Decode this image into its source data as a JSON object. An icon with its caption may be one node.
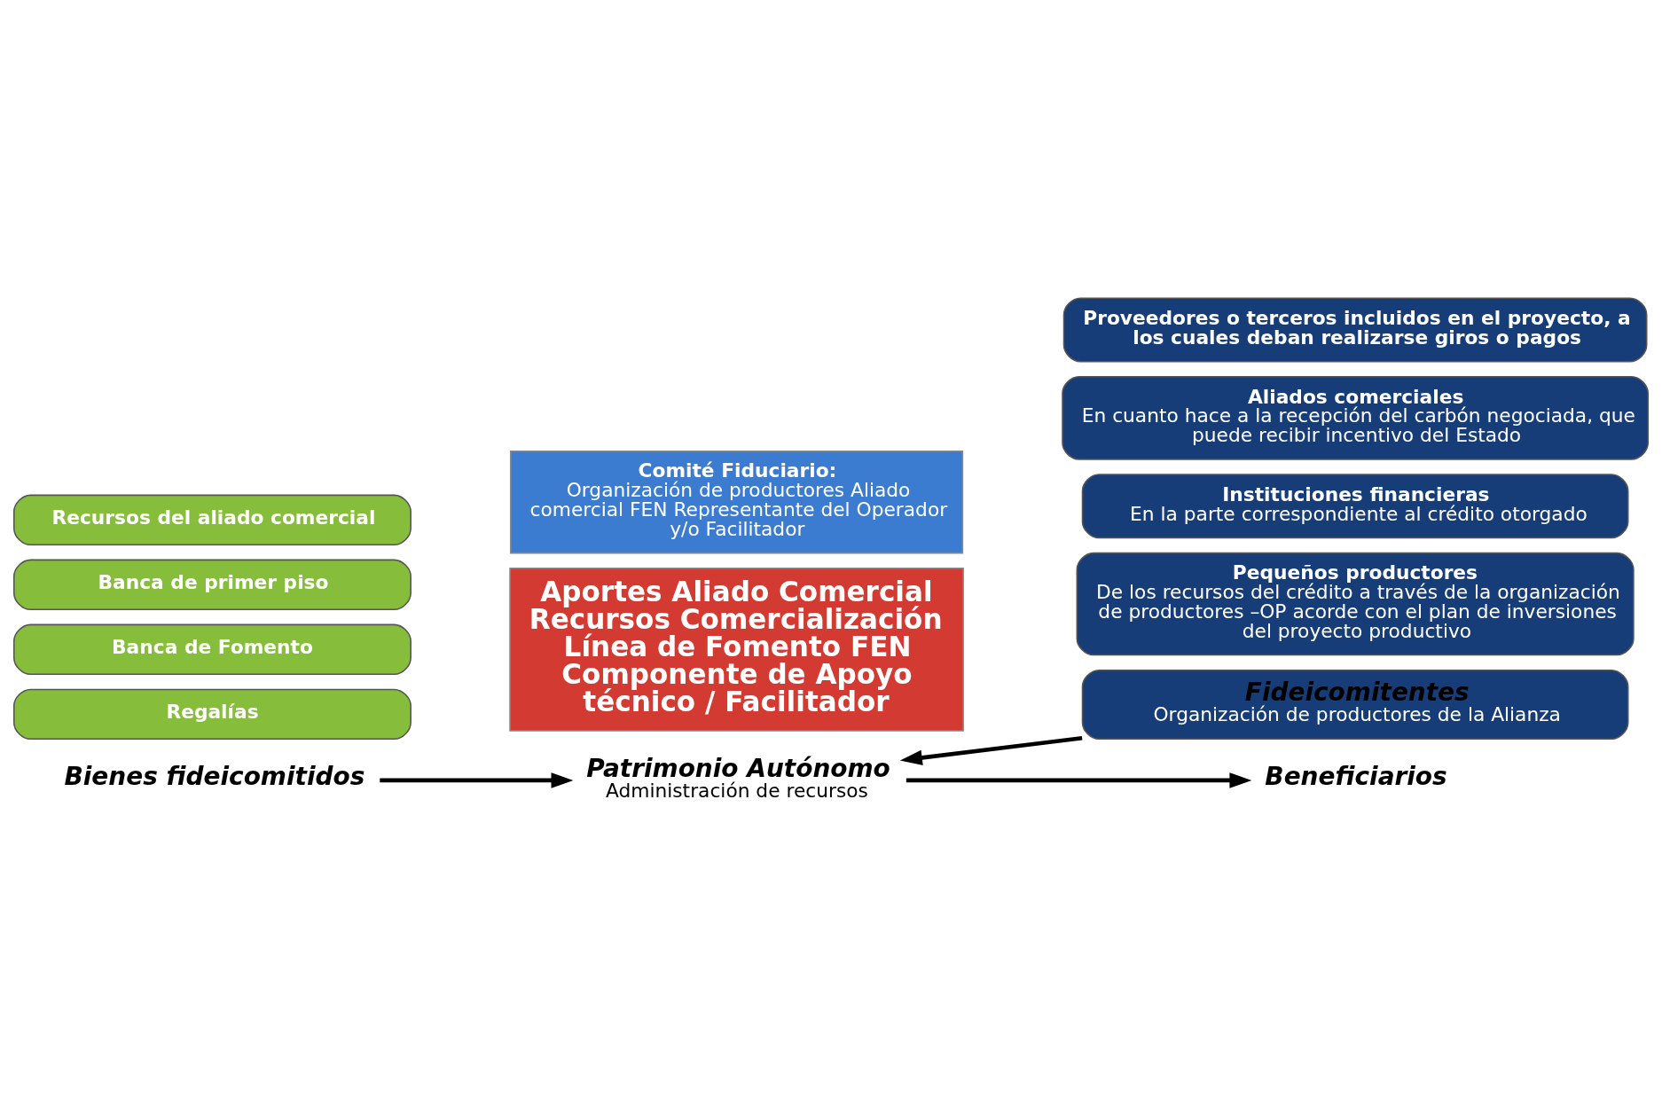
{
  "diagram": {
    "nodes": [
      {
        "text": [
          "Bienes fideicomitidos"
        ]
      },
      {
        "text": [
          "Regalías"
        ]
      },
      {
        "text": [
          "Banca de Fomento"
        ]
      },
      {
        "text": [
          "Banca de primer piso"
        ]
      },
      {
        "text": [
          "Recursos del aliado comercial"
        ]
      },
      {
        "text": [
          "Fideicomitentes",
          "Organización de productores de la Alianza"
        ]
      },
      {
        "text": [
          "Patrimonio Autónomo",
          "Administración de recursos"
        ]
      },
      {
        "text": [
          "Aportes Aliado Comercial Recursos Comercialización Línea de Fomento FEN Componente de Apoyo técnico / Facilitador"
        ]
      },
      {
        "text": [
          "Comité Fiduciario:",
          "Organización de productores Aliado comercial FEN Representante del Operador y/o Facilitador"
        ]
      },
      {
        "text": [
          "Beneficiarios"
        ]
      },
      {
        "text": [
          "Pequeños productores",
          "De los recursos del crédito a través de la organización de productores –OP acorde con el plan de inversiones del proyecto productivo"
        ]
      },
      {
        "text": [
          "Instituciones financieras",
          "En la parte correspondiente al crédito otorgado"
        ]
      },
      {
        "text": [
          "Aliados comerciales",
          "En cuanto hace a la recepción del carbón negociada, que puede recibir incentivo del Estado"
        ]
      },
      {
        "text": [
          "Proveedores o terceros incluidos en el proyecto, a los cuales deban realizarse giros o pagos"
        ]
      }
    ],
    "edges": [
      {
        "from": 0,
        "to": 6,
        "arrow": "to"
      },
      {
        "from": 5,
        "to": 6,
        "arrow": "to"
      },
      {
        "from": 6,
        "to": 9,
        "arrow": "to"
      }
    ]
  }
}
